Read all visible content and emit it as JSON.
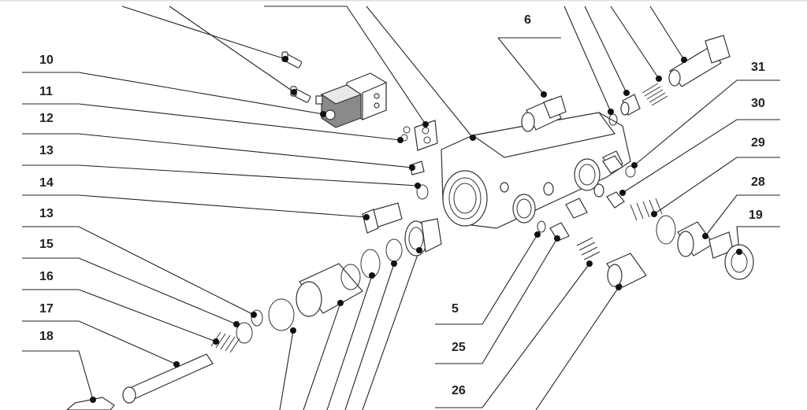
{
  "colors": {
    "line": "#222222",
    "part_fill": "#ffffff",
    "shade": "#8a8a8a",
    "top_border": "#dddddd"
  },
  "labels": {
    "l6": "6",
    "l10": "10",
    "l11": "11",
    "l12": "12",
    "l13a": "13",
    "l14": "14",
    "l13b": "13",
    "l15": "15",
    "l16": "16",
    "l17": "17",
    "l18": "18",
    "l31": "31",
    "l30": "30",
    "l29": "29",
    "l28": "28",
    "l19": "19",
    "l5": "5",
    "l25": "25",
    "l26": "26"
  }
}
